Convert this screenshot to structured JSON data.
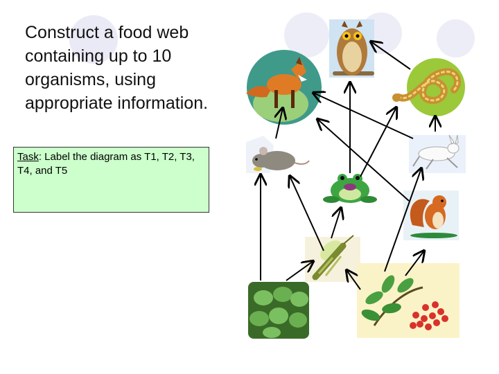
{
  "title": "Construct a food web containing up to 10 organisms, using appropriate information.",
  "task": {
    "label": "Task",
    "text": ": Label the diagram as T1, T2, T3, T4, and T5"
  },
  "colors": {
    "task_box_bg": "#ccffcc",
    "arrow": "#000000",
    "deco": "#dcdcf0"
  },
  "organisms": [
    "fox",
    "owl",
    "snake",
    "mouse",
    "frog",
    "rabbit",
    "squirrel",
    "grasshopper",
    "leafy plant",
    "berry plant"
  ]
}
